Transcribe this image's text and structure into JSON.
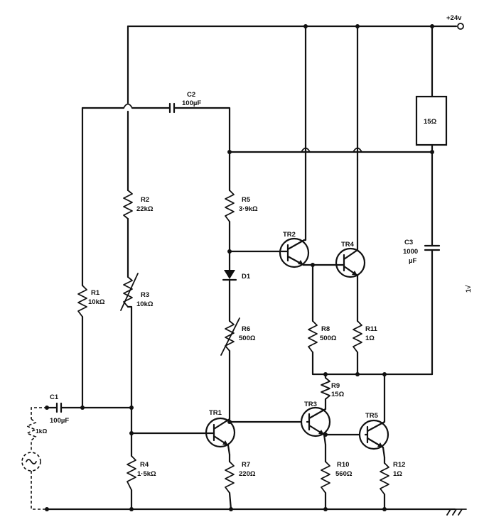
{
  "supply_label": "+24v",
  "load_label": "15Ω",
  "stray_mark": "1√",
  "components": {
    "c1": {
      "ref": "C1",
      "value": "100µF"
    },
    "c2": {
      "ref": "C2",
      "value": "100µF"
    },
    "c3": {
      "ref": "C3",
      "value": "1000",
      "value2": "µF"
    },
    "r1": {
      "ref": "R1",
      "value": "10kΩ"
    },
    "r2": {
      "ref": "R2",
      "value": "22kΩ"
    },
    "r3": {
      "ref": "R3",
      "value": "10kΩ"
    },
    "r4": {
      "ref": "R4",
      "value": "1·5kΩ"
    },
    "r5": {
      "ref": "R5",
      "value": "3·9kΩ"
    },
    "r6": {
      "ref": "R6",
      "value": "500Ω"
    },
    "r7": {
      "ref": "R7",
      "value": "220Ω"
    },
    "r8": {
      "ref": "R8",
      "value": "500Ω"
    },
    "r9": {
      "ref": "R9",
      "value": "15Ω"
    },
    "r10": {
      "ref": "R10",
      "value": "560Ω"
    },
    "r11": {
      "ref": "R11",
      "value": "1Ω"
    },
    "r12": {
      "ref": "R12",
      "value": "1Ω"
    },
    "source_r": {
      "value": "1kΩ"
    },
    "d1": {
      "ref": "D1"
    },
    "tr1": {
      "ref": "TR1"
    },
    "tr2": {
      "ref": "TR2"
    },
    "tr3": {
      "ref": "TR3"
    },
    "tr4": {
      "ref": "TR4"
    },
    "tr5": {
      "ref": "TR5"
    }
  }
}
